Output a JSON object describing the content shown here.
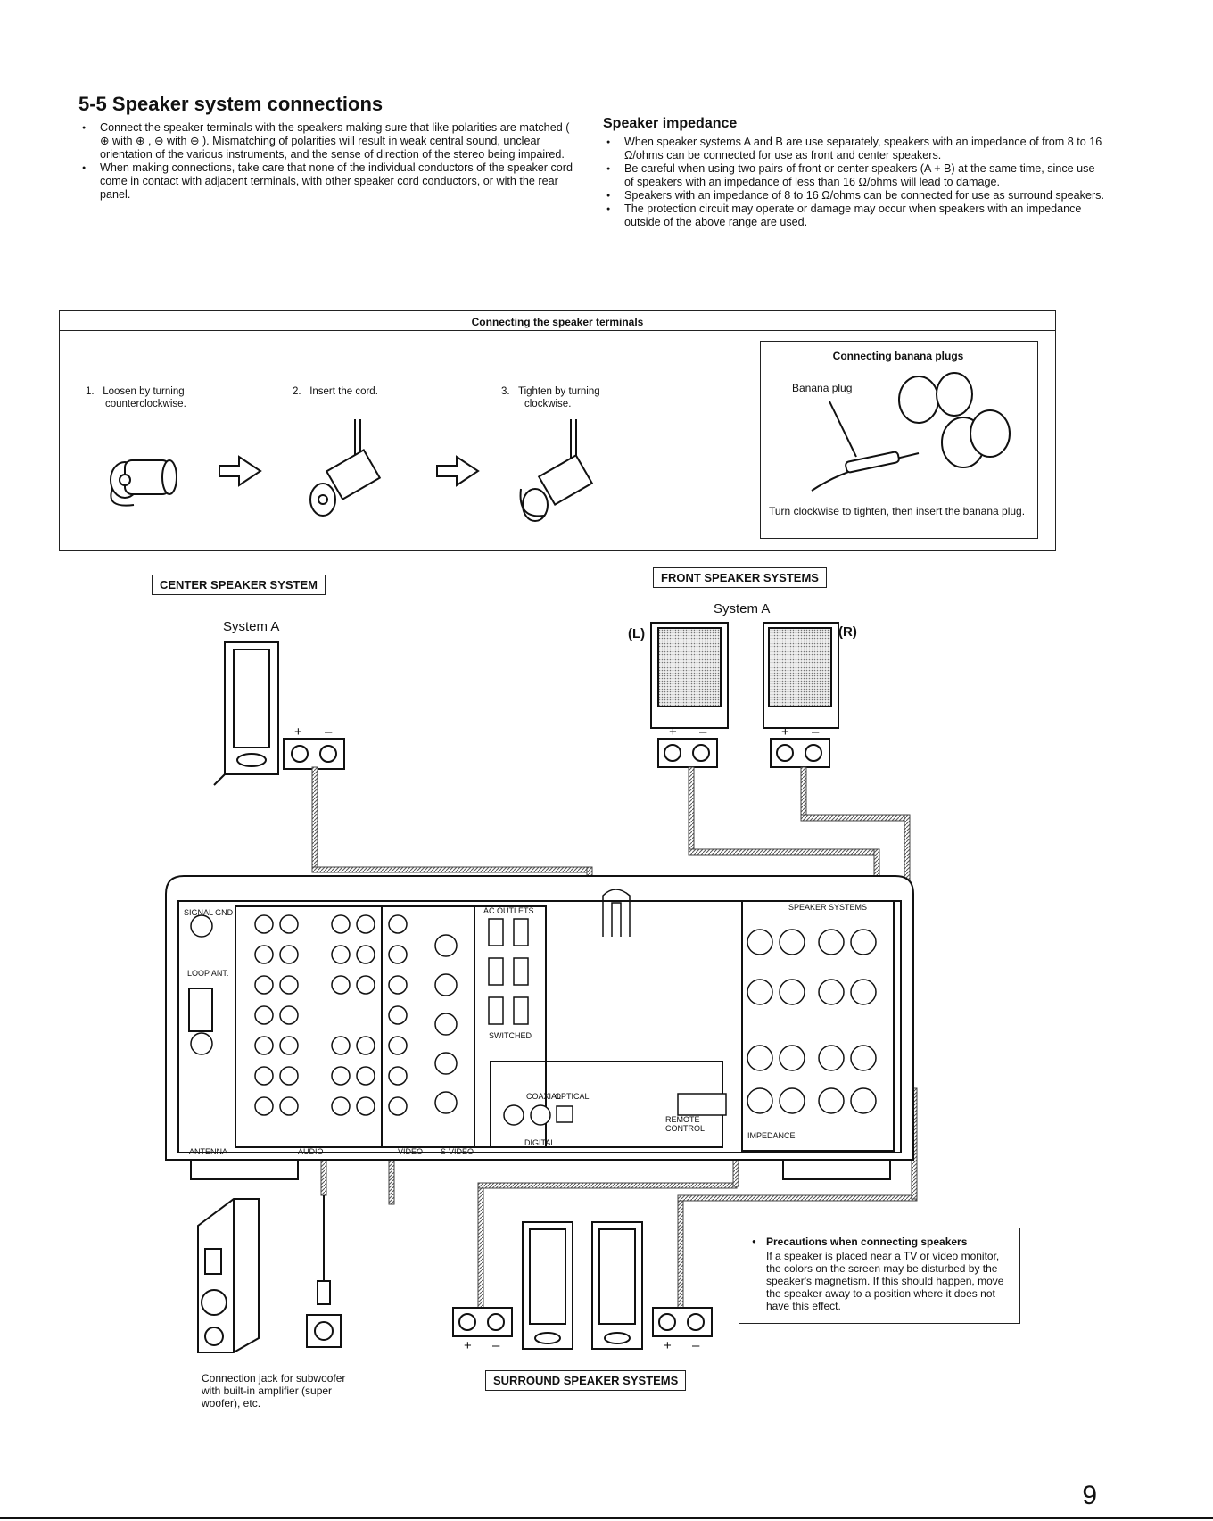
{
  "section": {
    "title": "5-5 Speaker system connections",
    "bullets": [
      "Connect the speaker terminals with the speakers making sure that like polarities are matched ( ⊕ with ⊕ , ⊖ with ⊖ ). Mismatching of polarities will result in weak central sound, unclear orientation of the various instruments, and the sense of direction of the stereo being impaired.",
      "When making connections, take care that none of the individual conductors of the speaker cord come in contact with adjacent terminals, with other speaker cord conductors, or with the rear panel."
    ]
  },
  "impedance": {
    "title": "Speaker impedance",
    "bullets": [
      "When speaker systems A and B are use separately, speakers with an impedance of from 8 to 16 Ω/ohms can be connected for use as front and center speakers.",
      "Be careful when using two pairs of front or center speakers (A + B) at the same time, since use of speakers with an impedance of less than 16 Ω/ohms will lead to damage.",
      "Speakers with an impedance of 8 to 16 Ω/ohms can be connected for use as surround speakers.",
      "The protection circuit may operate or damage may occur when speakers with an impedance outside of the above range are used."
    ]
  },
  "terminals": {
    "header": "Connecting the speaker terminals",
    "steps": [
      {
        "num": "1.",
        "line1": "Loosen by turning",
        "line2": "counterclockwise."
      },
      {
        "num": "2.",
        "line1": "Insert the cord.",
        "line2": ""
      },
      {
        "num": "3.",
        "line1": "Tighten by turning",
        "line2": "clockwise."
      }
    ],
    "banana": {
      "header": "Connecting banana plugs",
      "label": "Banana plug",
      "note": "Turn clockwise to tighten, then insert the banana plug."
    }
  },
  "diagram": {
    "center_label": "CENTER SPEAKER SYSTEM",
    "center_system": "System A",
    "front_label": "FRONT SPEAKER SYSTEMS",
    "front_system": "System A",
    "left": "(L)",
    "right": "(R)",
    "plus": "+",
    "minus": "–",
    "surround_label": "SURROUND SPEAKER SYSTEMS",
    "subwoofer_note": "Connection jack for subwoofer with built-in amplifier (super woofer), etc.",
    "panel_labels": {
      "antenna": "ANTENNA",
      "audio": "AUDIO",
      "video": "VIDEO",
      "svideo": "S-VIDEO",
      "digital": "DIGITAL",
      "speaker_systems": "SPEAKER SYSTEMS",
      "impedance": "IMPEDANCE",
      "remote": "REMOTE CONTROL",
      "switched": "SWITCHED",
      "ac_outlets": "AC OUTLETS",
      "signal_gnd": "SIGNAL GND",
      "loop_ant": "LOOP ANT.",
      "coaxial": "COAXIAL",
      "optical": "OPTICAL"
    }
  },
  "precautions": {
    "title": "Precautions when connecting speakers",
    "text": "If a speaker is placed near a TV or video monitor, the colors on the screen may be disturbed by the speaker's magnetism. If this should happen, move the speaker away to a position where it does not have this effect."
  },
  "page_number": "9"
}
